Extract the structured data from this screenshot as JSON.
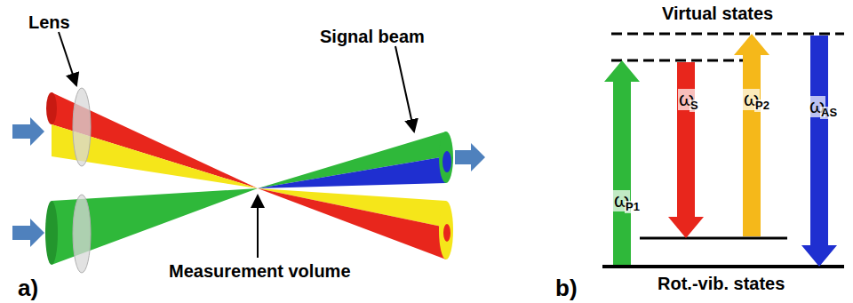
{
  "diagram": {
    "labels": [
      "Lens",
      "Signal beam",
      "Measurement volume",
      "a)",
      "Virtual states",
      "ω",
      "P1",
      "ω",
      "S",
      "ω",
      "P2",
      "ω",
      "AS",
      "Rot.-vib. states",
      "b)"
    ]
  }
}
